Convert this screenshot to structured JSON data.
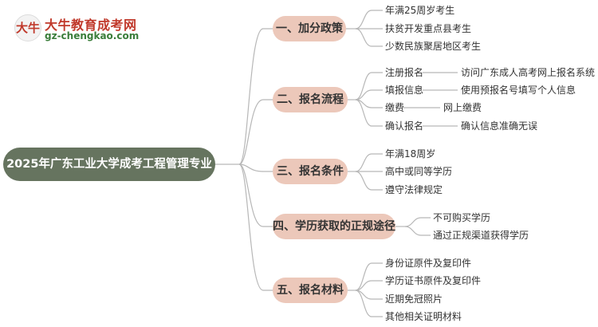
{
  "logo": {
    "badge": "大牛",
    "name": "大牛教育成考网",
    "url": "gz-chengkao.com"
  },
  "root": "2025年广东工业大学成考工程管理专业",
  "branches": [
    {
      "label": "一、加分政策",
      "leaves": [
        "年满25周岁考生",
        "扶贫开发重点县考生",
        "少数民族聚居地区考生"
      ]
    },
    {
      "label": "二、报名流程",
      "leaves": [
        "注册报名",
        "填报信息",
        "缴费",
        "确认报名"
      ],
      "details": [
        "访问广东成人高考网上报名系统",
        "使用预报名号填写个人信息",
        "网上缴费",
        "确认信息准确无误"
      ]
    },
    {
      "label": "三、报名条件",
      "leaves": [
        "年满18周岁",
        "高中或同等学历",
        "遵守法律规定"
      ]
    },
    {
      "label": "四、学历获取的正规途径",
      "leaves": [
        "不可购买学历",
        "通过正规渠道获得学历"
      ]
    },
    {
      "label": "五、报名材料",
      "leaves": [
        "身份证原件及复印件",
        "学历证书原件及复印件",
        "近期免冠照片",
        "其他相关证明材料"
      ]
    }
  ],
  "colors": {
    "root": "#66745f",
    "branch": "#ecc8ba",
    "line": "#b7b7b7",
    "logo_red": "#c0392b",
    "logo_green": "#3a7d3a"
  }
}
